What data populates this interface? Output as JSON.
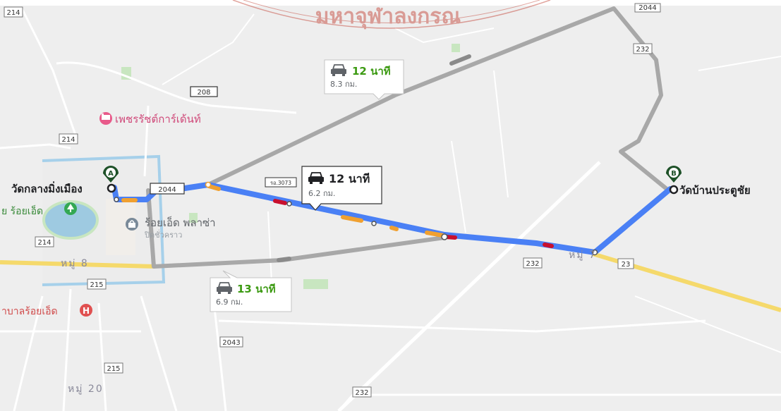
{
  "map": {
    "place_labels": {
      "origin": "วัดกลางมิ่งเมือง",
      "destination": "วัดบ้านประตูชัย",
      "hotel": "เพชรรัชต์การ์เด้นท์",
      "park": "ย ร้อยเอ็ด",
      "mall": "ร้อยเอ็ด พลาซ่า",
      "mall_sub": "ปิดชั่วคราว",
      "hospital": "าบาลร้อยเอ็ด",
      "village_8": "หมู่ 8",
      "village_7": "หมู่ 7",
      "village_20": "หมู่ 20"
    },
    "markers": {
      "origin_letter": "A",
      "destination_letter": "B"
    },
    "road_shields": {
      "r214_top": "214",
      "r2044_top": "2044",
      "r232_top": "232",
      "r208": "208",
      "r214_a": "214",
      "r2044": "2044",
      "r3073": "รอ.3073",
      "r214_b": "214",
      "r215_a": "215",
      "r232_mid": "232",
      "r23": "23",
      "r2043": "2043",
      "r215_b": "215",
      "r232_bottom": "232"
    },
    "routes": {
      "main": {
        "time": "12 นาที",
        "distance": "6.2 กม."
      },
      "alt_north": {
        "time": "12 นาที",
        "distance": "8.3 กม."
      },
      "alt_south": {
        "time": "13 นาที",
        "distance": "6.9 กม."
      }
    },
    "watermark": "มหาจุฬาลงกรณ",
    "colors": {
      "route_main": "#4a80f5",
      "route_alt": "#a8a8a8",
      "traffic_slow": "#f0a030",
      "traffic_heavy": "#c8102e",
      "highway": "#f7e08a",
      "time_main": "#202124",
      "time_alt": "#3c9a12",
      "marker": "#1e5128",
      "hotel_pin": "#e85a8a",
      "park_pin": "#34a853",
      "mall_pin": "#7a8a99",
      "hospital_pin": "#e05050",
      "moat": "#9ecae1",
      "green_area": "#c8e6c0",
      "watermark": "#c0392b"
    },
    "icons": [
      "car-icon",
      "hotel-icon",
      "park-icon",
      "shopping-icon",
      "hospital-icon",
      "marker-a-icon",
      "marker-b-icon"
    ]
  }
}
